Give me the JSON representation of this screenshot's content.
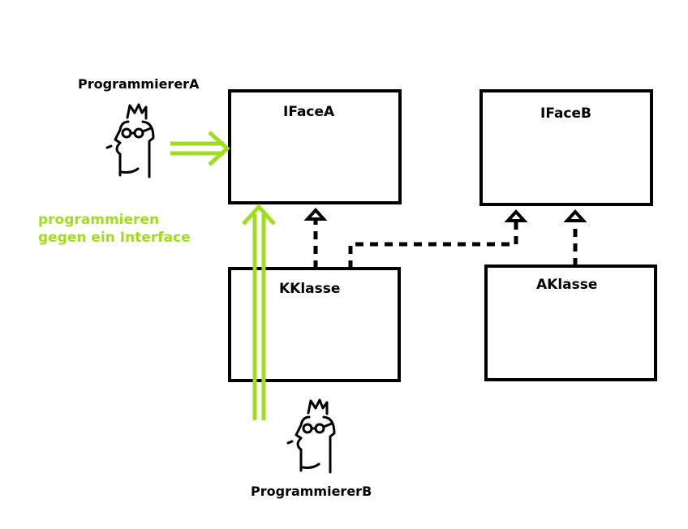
{
  "persons": {
    "programmer_a": "ProgrammiererA",
    "programmer_b": "ProgrammiererB"
  },
  "boxes": {
    "iface_a": "IFaceA",
    "iface_b": "IFaceB",
    "k_klasse": "KKlasse",
    "a_klasse": "AKlasse"
  },
  "annotation": {
    "line1": "programmieren",
    "line2": "gegen ein Interface"
  },
  "colors": {
    "arrow_green": "#9ede1c",
    "stroke": "#000000"
  }
}
